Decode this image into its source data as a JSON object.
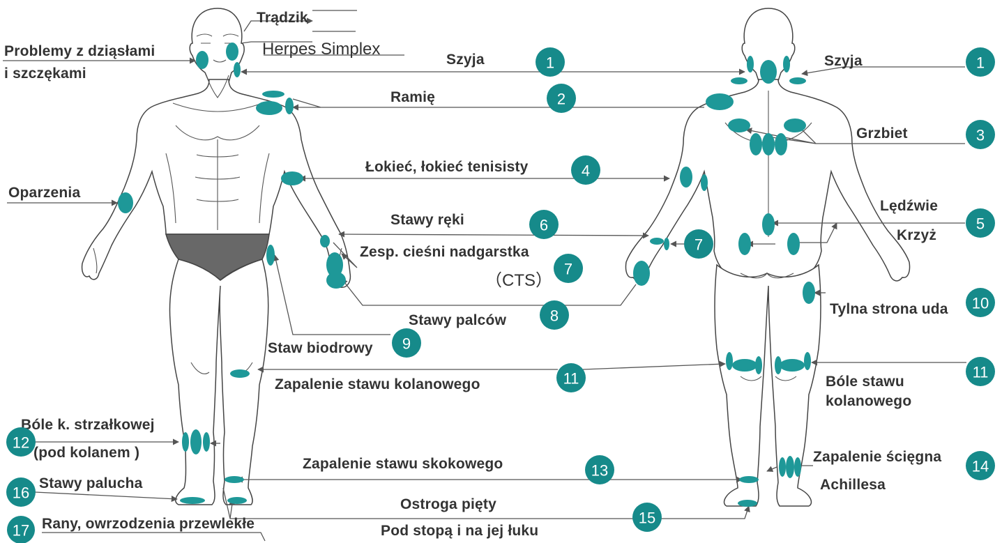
{
  "colors": {
    "accent": "#168a8a",
    "spot": "#1e9898",
    "text": "#333333",
    "brief": "#4d4d4d"
  },
  "labels": {
    "tradzik": "Trądzik",
    "herpes": "Herpes Simplex",
    "dziasla_1": "Problemy z dziąsłami",
    "dziasla_2": "i szczękami",
    "szyja_left": "Szyja",
    "szyja_right": "Szyja",
    "ramie": "Ramię",
    "grzbiet": "Grzbiet",
    "lokiec": "Łokieć, łokieć tenisisty",
    "oparzenia": "Oparzenia",
    "ledzwie": "Lędźwie",
    "krzyz": "Krzyż",
    "stawy_reki": "Stawy ręki",
    "cts_1": "Zesp. cieśni nadgarstka",
    "cts_2": "（CTS）",
    "stawy_palcow": "Stawy palców",
    "tylna_uda": "Tylna strona uda",
    "staw_biodrowy": "Staw biodrowy",
    "kolano": "Zapalenie stawu kolanowego",
    "bole_kolana_1": "Bóle stawu",
    "bole_kolana_2": "kolanowego",
    "strzalkowa_1": "Bóle k. strzałkowej",
    "strzalkowa_2": "(pod kolanem    )",
    "skokowy": "Zapalenie stawu skokowego",
    "sciegno_1": "Zapalenie ścięgna",
    "sciegno_2": "Achillesa",
    "paluch": "Stawy palucha",
    "ostroga_1": "Ostroga pięty",
    "ostroga_2": "Pod stopą i na jej łuku",
    "rany": "Rany, owrzodzenia przewlekłe"
  },
  "badges": {
    "b1a": "1",
    "b1b": "1",
    "b2": "2",
    "b3": "3",
    "b4": "4",
    "b5": "5",
    "b6": "6",
    "b7a": "7",
    "b7b": "7",
    "b8": "8",
    "b9": "9",
    "b10": "10",
    "b11a": "11",
    "b11b": "11",
    "b12": "12",
    "b13": "13",
    "b14": "14",
    "b15": "15",
    "b16": "16",
    "b17": "17"
  }
}
